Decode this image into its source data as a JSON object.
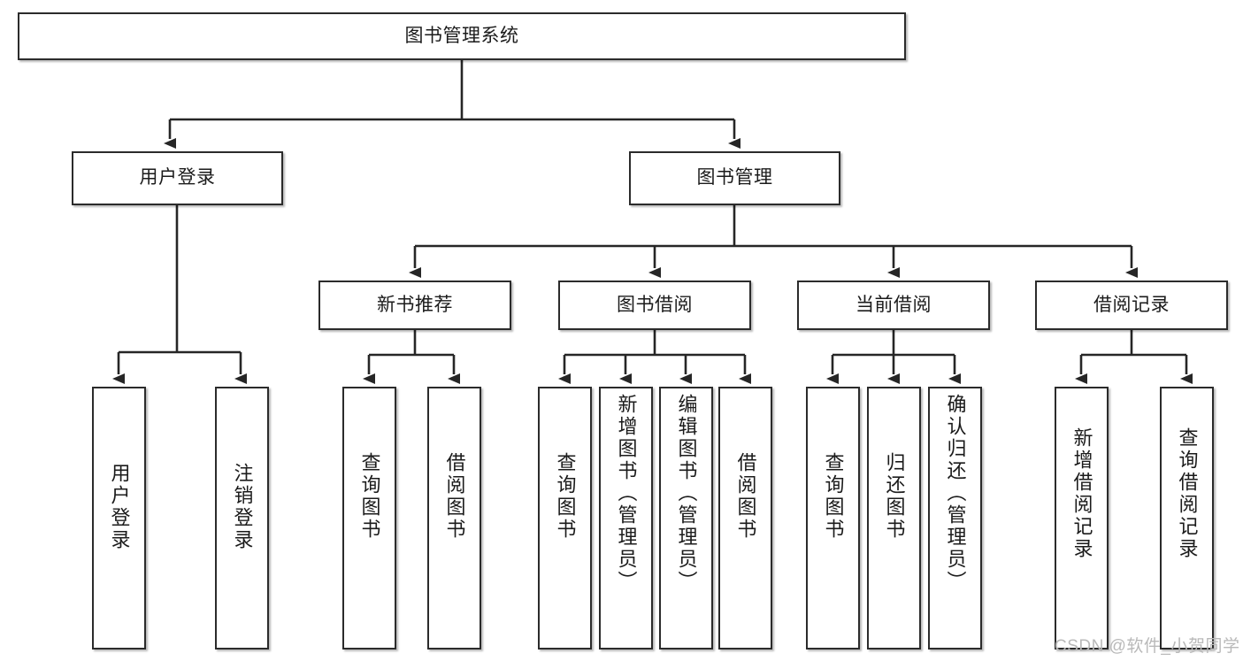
{
  "diagram": {
    "type": "tree-hierarchy-flowchart",
    "title": "图书管理系统",
    "watermark": "CSDN @软件_小贺同学",
    "colors": {
      "box_border": "#2b2b2b",
      "box_fill": "#ffffff",
      "connector": "#262626",
      "text": "#1b1b1b",
      "watermark": "#b9b9b9",
      "background": "#ffffff"
    },
    "levels": [
      {
        "level": 1,
        "nodes": [
          {
            "id": "root",
            "label": "图书管理系统",
            "orientation": "horizontal"
          }
        ]
      },
      {
        "level": 2,
        "nodes": [
          {
            "id": "user-login",
            "label": "用户登录",
            "orientation": "horizontal",
            "parent": "root"
          },
          {
            "id": "book-manage",
            "label": "图书管理",
            "orientation": "horizontal",
            "parent": "root"
          }
        ]
      },
      {
        "level": 3,
        "nodes": [
          {
            "id": "new-book-rec",
            "label": "新书推荐",
            "orientation": "horizontal",
            "parent": "book-manage"
          },
          {
            "id": "book-borrow",
            "label": "图书借阅",
            "orientation": "horizontal",
            "parent": "book-manage"
          },
          {
            "id": "current-borrow",
            "label": "当前借阅",
            "orientation": "horizontal",
            "parent": "book-manage"
          },
          {
            "id": "borrow-record",
            "label": "借阅记录",
            "orientation": "horizontal",
            "parent": "book-manage"
          }
        ]
      },
      {
        "level": 4,
        "nodes": [
          {
            "id": "leaf-user-login",
            "label": "用户登录",
            "orientation": "vertical",
            "parent": "user-login"
          },
          {
            "id": "leaf-logout",
            "label": "注销登录",
            "orientation": "vertical",
            "parent": "user-login"
          },
          {
            "id": "leaf-query-book-1",
            "label": "查询图书",
            "orientation": "vertical",
            "parent": "new-book-rec"
          },
          {
            "id": "leaf-borrow-book-1",
            "label": "借阅图书",
            "orientation": "vertical",
            "parent": "new-book-rec"
          },
          {
            "id": "leaf-query-book-2",
            "label": "查询图书",
            "orientation": "vertical",
            "parent": "book-borrow"
          },
          {
            "id": "leaf-add-book",
            "label": "新增图书（管理员）",
            "orientation": "vertical",
            "parent": "book-borrow"
          },
          {
            "id": "leaf-edit-book",
            "label": "编辑图书（管理员）",
            "orientation": "vertical",
            "parent": "book-borrow"
          },
          {
            "id": "leaf-borrow-book-2",
            "label": "借阅图书",
            "orientation": "vertical",
            "parent": "book-borrow"
          },
          {
            "id": "leaf-query-book-3",
            "label": "查询图书",
            "orientation": "vertical",
            "parent": "current-borrow"
          },
          {
            "id": "leaf-return-book",
            "label": "归还图书",
            "orientation": "vertical",
            "parent": "current-borrow"
          },
          {
            "id": "leaf-confirm-return",
            "label": "确认归还（管理员）",
            "orientation": "vertical",
            "parent": "current-borrow"
          },
          {
            "id": "leaf-add-record",
            "label": "新增借阅记录",
            "orientation": "vertical",
            "parent": "borrow-record"
          },
          {
            "id": "leaf-query-record",
            "label": "查询借阅记录",
            "orientation": "vertical",
            "parent": "borrow-record"
          }
        ]
      }
    ]
  }
}
